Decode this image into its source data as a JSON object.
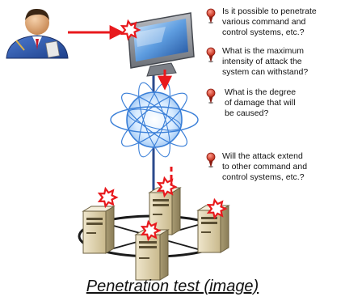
{
  "questions": [
    {
      "lines": [
        "Is it possible to penetrate",
        "various command and",
        "control systems, etc.?"
      ]
    },
    {
      "lines": [
        "What is the maximum",
        "intensity of attack the",
        "system can withstand?"
      ]
    },
    {
      "lines": [
        "What is the degree",
        "of damage that will",
        "be caused?"
      ]
    },
    {
      "lines": [
        "Will the attack extend",
        "to other command and",
        "control systems, etc.?"
      ]
    }
  ],
  "caption": "Penetration test (image)",
  "icons": {
    "attacker": "attacker-icon",
    "monitor": "monitor-icon",
    "network": "network-globe-icon",
    "server": "server-icon",
    "burst": "impact-burst-icon",
    "pin": "question-pin-icon"
  },
  "colors": {
    "arrow": "#e8191d",
    "burst_fill": "#ffffff",
    "burst_stroke": "#e8191d",
    "link": "#2b4a8c",
    "ring": "#1a1a1a",
    "globe": "#3a7fd8",
    "pin": "#e04b3a",
    "text": "#111111"
  }
}
